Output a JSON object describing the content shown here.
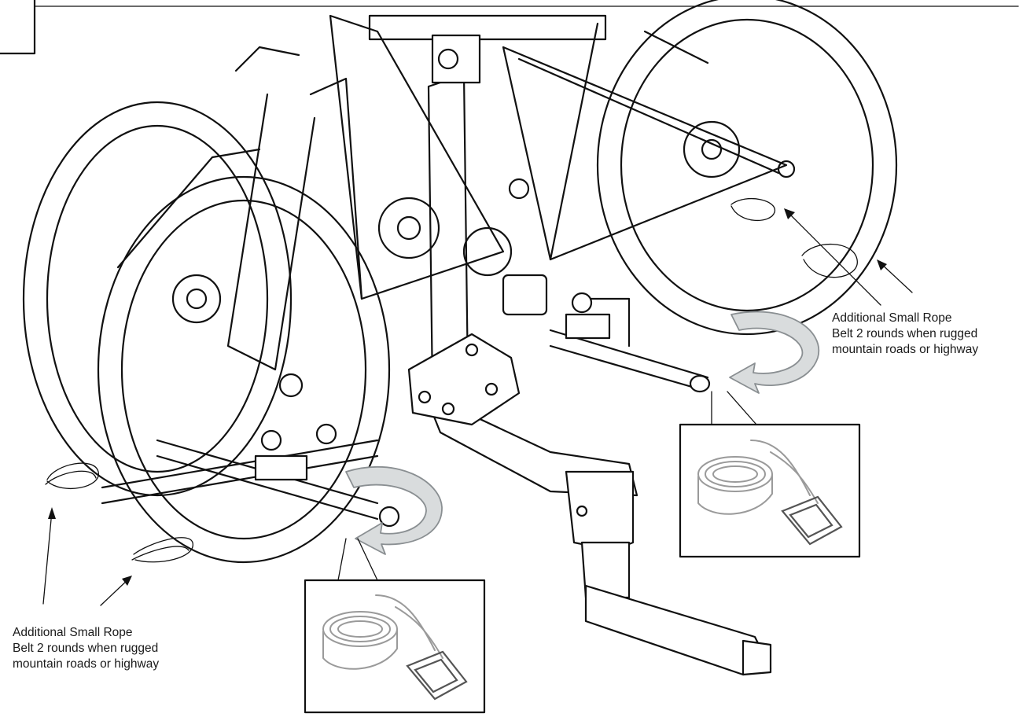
{
  "figure": {
    "subject": "bike-rack-assembly-diagram",
    "colors": {
      "ink": "#111111",
      "arrow_fill": "#d9dcdd",
      "arrow_stroke": "#8a8f92",
      "strap": "#9a9a9a"
    }
  },
  "callouts": [
    {
      "id": "right",
      "text": "Additional Small Rope\nBelt 2 rounds when rugged\nmountain roads or highway"
    },
    {
      "id": "left",
      "text": "Additional Small Rope\nBelt 2 rounds when rugged\nmountain roads or highway"
    }
  ],
  "insets": [
    {
      "id": "right-inset",
      "icon": "strap-with-buckle-icon"
    },
    {
      "id": "left-inset",
      "icon": "strap-with-buckle-icon"
    }
  ]
}
